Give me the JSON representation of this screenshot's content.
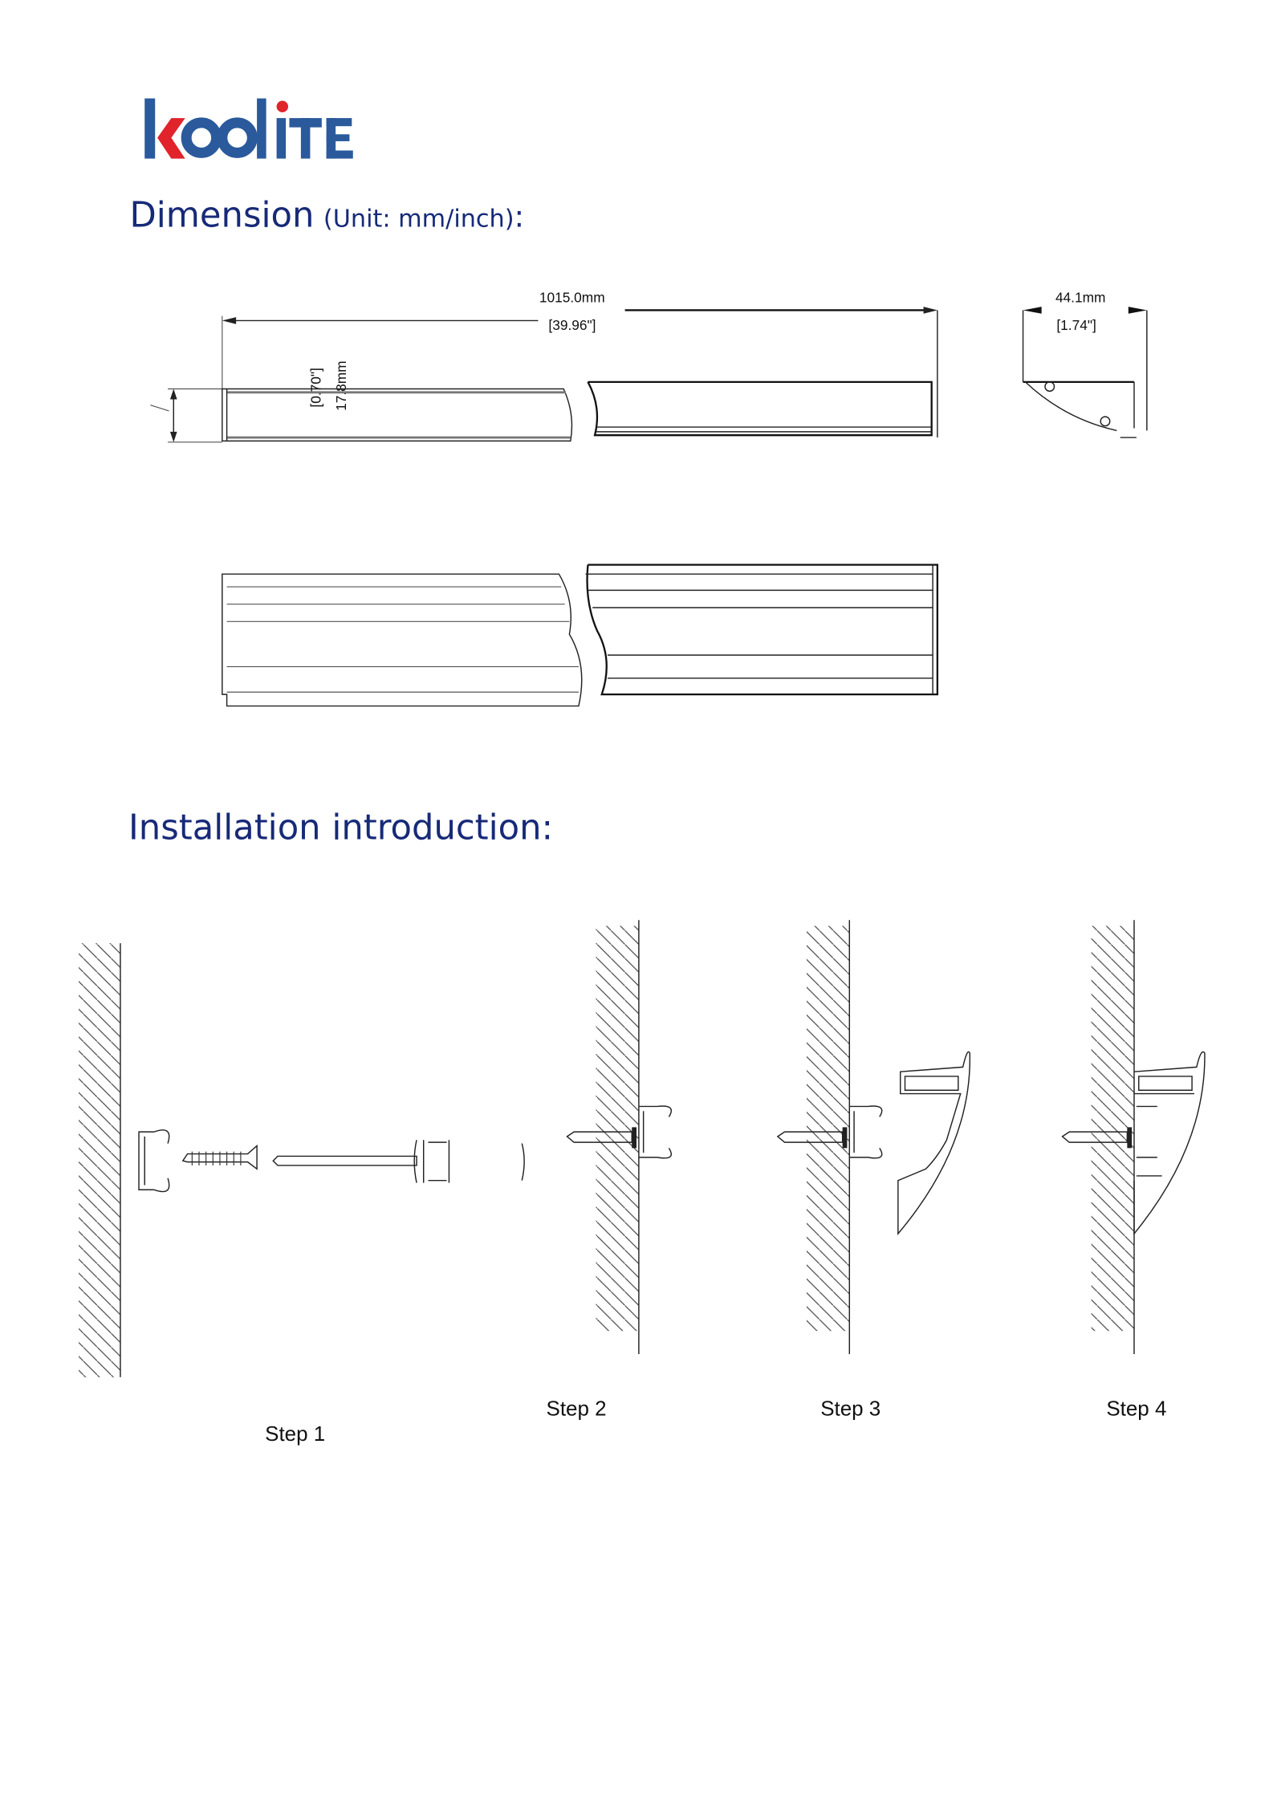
{
  "logo": {
    "text": "koolite",
    "blue": "#2a5a9c",
    "red": "#e1232b"
  },
  "dimension": {
    "title": "Dimension",
    "unit": "(Unit: mm/inch)",
    "colon": ":",
    "length_mm": "1015.0mm",
    "length_in": "[39.96\"]",
    "width_mm": "44.1mm",
    "width_in": "[1.74\"]",
    "height_mm": "17.8mm",
    "height_in": "[0.70\"]"
  },
  "installation": {
    "title": "Installation introduction:",
    "steps": [
      "Step 1",
      "Step 2",
      "Step 3",
      "Step 4"
    ]
  },
  "colors": {
    "heading": "#172a78"
  }
}
